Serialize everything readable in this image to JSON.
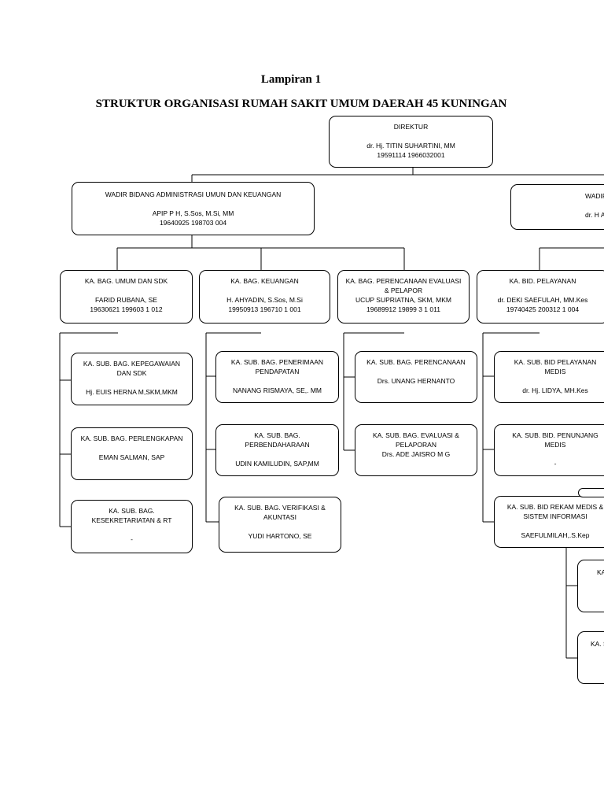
{
  "header": {
    "lampiran": "Lampiran 1",
    "title": "STRUKTUR ORGANISASI RUMAH SAKIT UMUM DAERAH 45 KUNINGAN"
  },
  "direktur": {
    "title": "DIREKTUR",
    "name": "dr. Hj. TITIN SUHARTINI, MM",
    "nip": "19591114 1966032001"
  },
  "wadir_adm": {
    "title": "WADIR BIDANG ADMINISTRASI UMUN DAN KEUANGAN",
    "name": "APIP P H, S.Sos, M.Si, MM",
    "nip": "19640925 198703 004"
  },
  "wadir_right": {
    "title": "WADIR",
    "name": "dr. H A"
  },
  "kabag": [
    {
      "title": "KA. BAG. UMUM DAN SDK",
      "name": "FARID RUBANA, SE",
      "nip": "19630621 199603 1 012"
    },
    {
      "title": "KA. BAG. KEUANGAN",
      "name": "H. AHYADIN, S.Sos, M.Si",
      "nip": "19950913 196710 1 001"
    },
    {
      "title1": "KA. BAG. PERENCANAAN EVALUASI",
      "title2": "& PELAPOR",
      "name": "UCUP SUPRIATNA, SKM, MKM",
      "nip": "19689912 19899 3 1 011"
    },
    {
      "title": "KA. BID. PELAYANAN",
      "name": "dr. DEKI SAEFULAH, MM.Kes",
      "nip": "19740425 200312 1 004"
    }
  ],
  "umum_subs": [
    {
      "title1": "KA. SUB. BAG. KEPEGAWAIAN",
      "title2": "DAN SDK",
      "name": "Hj. EUIS HERNA M,SKM,MKM"
    },
    {
      "title1": "KA. SUB. BAG. PERLENGKAPAN",
      "name": "EMAN SALMAN, SAP"
    },
    {
      "title1": "KA. SUB. BAG.",
      "title2": "KESEKRETARIATAN & RT",
      "name": "-"
    }
  ],
  "keu_subs": [
    {
      "title1": "KA. SUB. BAG. PENERIMAAN",
      "title2": "PENDAPATAN",
      "name": "NANANG RISMAYA, SE,. MM"
    },
    {
      "title1": "KA. SUB. BAG.",
      "title2": "PERBENDAHARAAN",
      "name": "UDIN KAMILUDIN, SAP,MM"
    },
    {
      "title1": "KA. SUB. BAG. VERIFIKASI &",
      "title2": "AKUNTASI",
      "name": "YUDI HARTONO, SE"
    }
  ],
  "ren_subs": [
    {
      "title1": "KA. SUB. BAG. PERENCANAAN",
      "name": "Drs. UNANG HERNANTO"
    },
    {
      "title1": "KA. SUB. BAG. EVALUASI &",
      "title2": "PELAPORAN",
      "name": "Drs. ADE JAISRO M G"
    }
  ],
  "pel_subs": [
    {
      "title1": "KA. SUB. BID PELAYANAN",
      "title2": "MEDIS",
      "name": "dr. Hj. LIDYA, MH.Kes"
    },
    {
      "title1": "KA. SUB. BID. PENUNJANG",
      "title2": "MEDIS",
      "name": "-"
    },
    {
      "title1": "KA. SUB. BID REKAM MEDIS &",
      "title2": "SISTEM INFORMASI",
      "name": "SAEFULMILAH,.S.Kep"
    }
  ],
  "far_right": [
    {
      "label": "KA"
    },
    {
      "label": "KA. S"
    }
  ]
}
